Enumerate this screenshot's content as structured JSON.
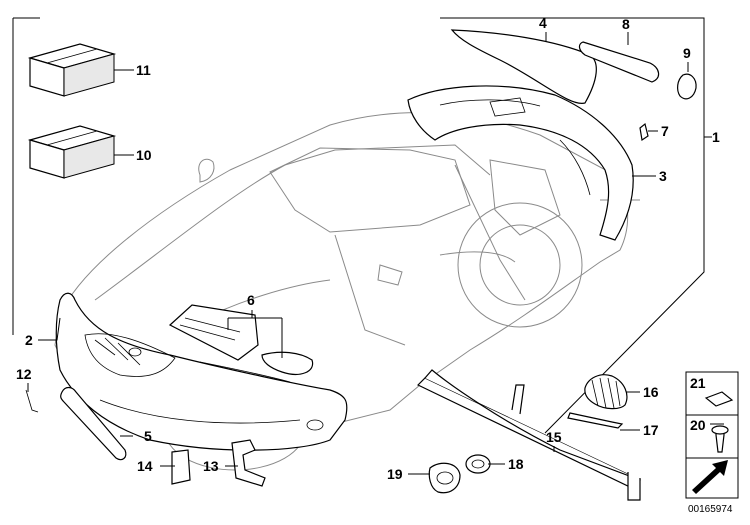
{
  "diagram": {
    "callouts": [
      {
        "id": "1",
        "label": "1"
      },
      {
        "id": "2",
        "label": "2"
      },
      {
        "id": "3",
        "label": "3"
      },
      {
        "id": "4",
        "label": "4"
      },
      {
        "id": "5",
        "label": "5"
      },
      {
        "id": "6",
        "label": "6"
      },
      {
        "id": "7",
        "label": "7"
      },
      {
        "id": "8",
        "label": "8"
      },
      {
        "id": "9",
        "label": "9"
      },
      {
        "id": "10",
        "label": "10"
      },
      {
        "id": "11",
        "label": "11"
      },
      {
        "id": "12",
        "label": "12"
      },
      {
        "id": "13",
        "label": "13"
      },
      {
        "id": "14",
        "label": "14"
      },
      {
        "id": "15",
        "label": "15"
      },
      {
        "id": "16",
        "label": "16"
      },
      {
        "id": "17",
        "label": "17"
      },
      {
        "id": "18",
        "label": "18"
      },
      {
        "id": "19",
        "label": "19"
      },
      {
        "id": "20",
        "label": "20"
      },
      {
        "id": "21",
        "label": "21"
      }
    ],
    "document_number": "00165974"
  }
}
